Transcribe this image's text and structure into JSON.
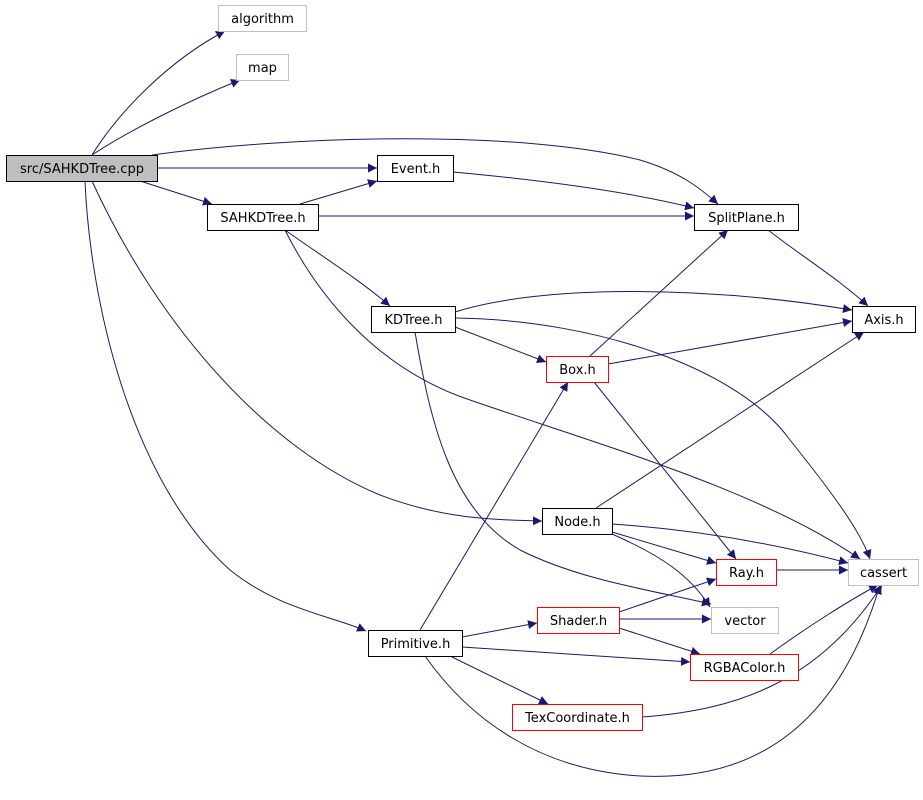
{
  "colors": {
    "edge": "#191970",
    "edge_red": "#8b1a1a",
    "arrow": "#191970",
    "border_default": "#000000",
    "border_external": "#bfbfbf",
    "border_incomplete": "#ff0000",
    "root_fill": "#bfbfbf",
    "node_fill": "#ffffff"
  },
  "nodes": [
    {
      "id": "root",
      "label": "src/SAHKDTree.cpp",
      "kind": "root"
    },
    {
      "id": "algorithm",
      "label": "algorithm",
      "kind": "external"
    },
    {
      "id": "map",
      "label": "map",
      "kind": "external"
    },
    {
      "id": "event",
      "label": "Event.h",
      "kind": "normal"
    },
    {
      "id": "sahkdtree",
      "label": "SAHKDTree.h",
      "kind": "normal"
    },
    {
      "id": "splitplane",
      "label": "SplitPlane.h",
      "kind": "normal"
    },
    {
      "id": "kdtree",
      "label": "KDTree.h",
      "kind": "normal"
    },
    {
      "id": "axis",
      "label": "Axis.h",
      "kind": "normal"
    },
    {
      "id": "box",
      "label": "Box.h",
      "kind": "incomplete"
    },
    {
      "id": "node",
      "label": "Node.h",
      "kind": "normal"
    },
    {
      "id": "ray",
      "label": "Ray.h",
      "kind": "incomplete"
    },
    {
      "id": "cassert",
      "label": "cassert",
      "kind": "external"
    },
    {
      "id": "shader",
      "label": "Shader.h",
      "kind": "incomplete"
    },
    {
      "id": "vector",
      "label": "vector",
      "kind": "external"
    },
    {
      "id": "primitive",
      "label": "Primitive.h",
      "kind": "normal"
    },
    {
      "id": "rgbacolor",
      "label": "RGBAColor.h",
      "kind": "incomplete"
    },
    {
      "id": "texcoord",
      "label": "TexCoordinate.h",
      "kind": "incomplete"
    }
  ],
  "edges": [
    {
      "from": "root",
      "to": "algorithm"
    },
    {
      "from": "root",
      "to": "map"
    },
    {
      "from": "root",
      "to": "splitplane"
    },
    {
      "from": "root",
      "to": "event"
    },
    {
      "from": "root",
      "to": "sahkdtree"
    },
    {
      "from": "root",
      "to": "node"
    },
    {
      "from": "root",
      "to": "primitive"
    },
    {
      "from": "event",
      "to": "splitplane"
    },
    {
      "from": "sahkdtree",
      "to": "event"
    },
    {
      "from": "sahkdtree",
      "to": "splitplane"
    },
    {
      "from": "sahkdtree",
      "to": "kdtree"
    },
    {
      "from": "sahkdtree",
      "to": "cassert"
    },
    {
      "from": "splitplane",
      "to": "axis"
    },
    {
      "from": "kdtree",
      "to": "axis"
    },
    {
      "from": "kdtree",
      "to": "cassert"
    },
    {
      "from": "kdtree",
      "to": "box"
    },
    {
      "from": "kdtree",
      "to": "vector"
    },
    {
      "from": "box",
      "to": "splitplane"
    },
    {
      "from": "box",
      "to": "axis"
    },
    {
      "from": "box",
      "to": "ray"
    },
    {
      "from": "node",
      "to": "axis"
    },
    {
      "from": "node",
      "to": "cassert"
    },
    {
      "from": "node",
      "to": "ray"
    },
    {
      "from": "node",
      "to": "vector"
    },
    {
      "from": "ray",
      "to": "cassert"
    },
    {
      "from": "shader",
      "to": "ray"
    },
    {
      "from": "shader",
      "to": "vector"
    },
    {
      "from": "shader",
      "to": "rgbacolor"
    },
    {
      "from": "rgbacolor",
      "to": "cassert"
    },
    {
      "from": "texcoord",
      "to": "cassert"
    },
    {
      "from": "primitive",
      "to": "box"
    },
    {
      "from": "primitive",
      "to": "shader"
    },
    {
      "from": "primitive",
      "to": "rgbacolor"
    },
    {
      "from": "primitive",
      "to": "texcoord"
    },
    {
      "from": "primitive",
      "to": "cassert"
    }
  ]
}
